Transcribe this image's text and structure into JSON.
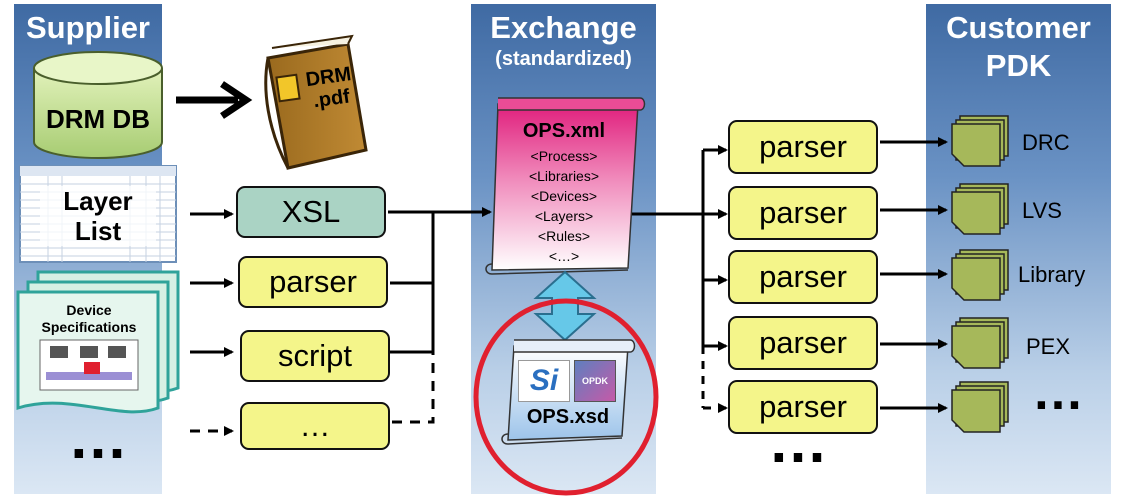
{
  "columns": {
    "supplier": {
      "title": "Supplier"
    },
    "exchange": {
      "title": "Exchange",
      "subtitle": "(standardized)"
    },
    "customer": {
      "title": "Customer",
      "subtitle": "PDK"
    }
  },
  "supplier": {
    "db_label": "DRM DB",
    "layer_list": "Layer\nList",
    "device_spec": "Device\nSpecifications",
    "more": "…"
  },
  "drm_doc": {
    "label": "DRM\n.pdf"
  },
  "converters": {
    "xsl": "XSL",
    "parser": "parser",
    "script": "script",
    "more": "…"
  },
  "exchange": {
    "xml_title": "OPS.xml",
    "xml_items": [
      "<Process>",
      "<Libraries>",
      "<Devices>",
      "<Layers>",
      "<Rules>",
      "<…>"
    ],
    "xsd_title": "OPS.xsd",
    "logo_si": "Si",
    "logo_opdk": "OPDK"
  },
  "parsers": [
    "parser",
    "parser",
    "parser",
    "parser",
    "parser"
  ],
  "parsers_more": "…",
  "outputs": [
    "DRC",
    "LVS",
    "Library",
    "PEX",
    "…"
  ],
  "colors": {
    "column_top": "#3f6aa3",
    "yellow_box": "#f4f58a",
    "xsl_box": "#aad3c4",
    "doc_green": "#a6b85a",
    "xml_pink": "#e0267f",
    "highlight_ring": "#e0202f",
    "exchange_arrow": "#66c8e8"
  }
}
